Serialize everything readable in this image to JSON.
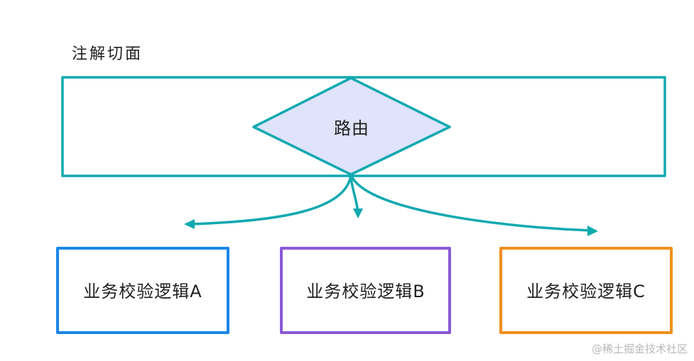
{
  "section": {
    "title": "注解切面"
  },
  "router": {
    "label": "路由",
    "fill": "#dfe3fb",
    "stroke": "#11a9b0"
  },
  "branches": [
    {
      "label": "业务校验逻辑A",
      "color": "#1a86e8"
    },
    {
      "label": "业务校验逻辑B",
      "color": "#8a59d6"
    },
    {
      "label": "业务校验逻辑C",
      "color": "#f18f1c"
    }
  ],
  "colors": {
    "aspect_border": "#11a9b0",
    "arrow": "#11a9b0"
  },
  "watermark": "@稀土掘金技术社区"
}
